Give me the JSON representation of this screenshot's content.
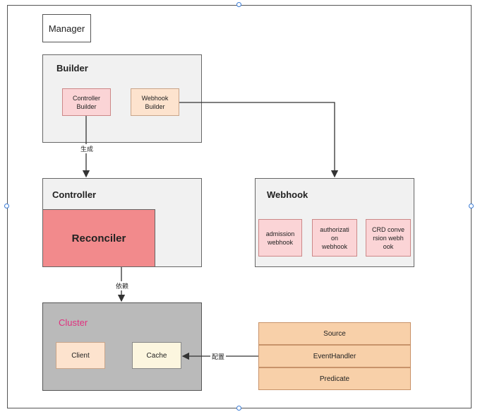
{
  "manager": {
    "label": "Manager"
  },
  "builder": {
    "label": "Builder",
    "controller_builder": "Controller\nBuilder",
    "webhook_builder": "Webhook\nBuilder"
  },
  "controller": {
    "label": "Controller",
    "reconciler": "Reconciler"
  },
  "webhook": {
    "label": "Webhook",
    "items": [
      "admission\nwebhook",
      "authorizati\non\nwebhook",
      "CRD conve\nrsion webh\nook"
    ]
  },
  "cluster": {
    "label": "Cluster",
    "client": "Client",
    "cache": "Cache"
  },
  "sources": {
    "items": [
      "Source",
      "EventHandler",
      "Predicate"
    ]
  },
  "edges": {
    "generate": "生成",
    "depend": "依赖",
    "configure": "配置"
  },
  "colors": {
    "reconciler": "#f28a8c",
    "cluster_bg": "#bababa",
    "cluster_label": "#e0317f",
    "selection_handle": "#3a7bd5"
  }
}
